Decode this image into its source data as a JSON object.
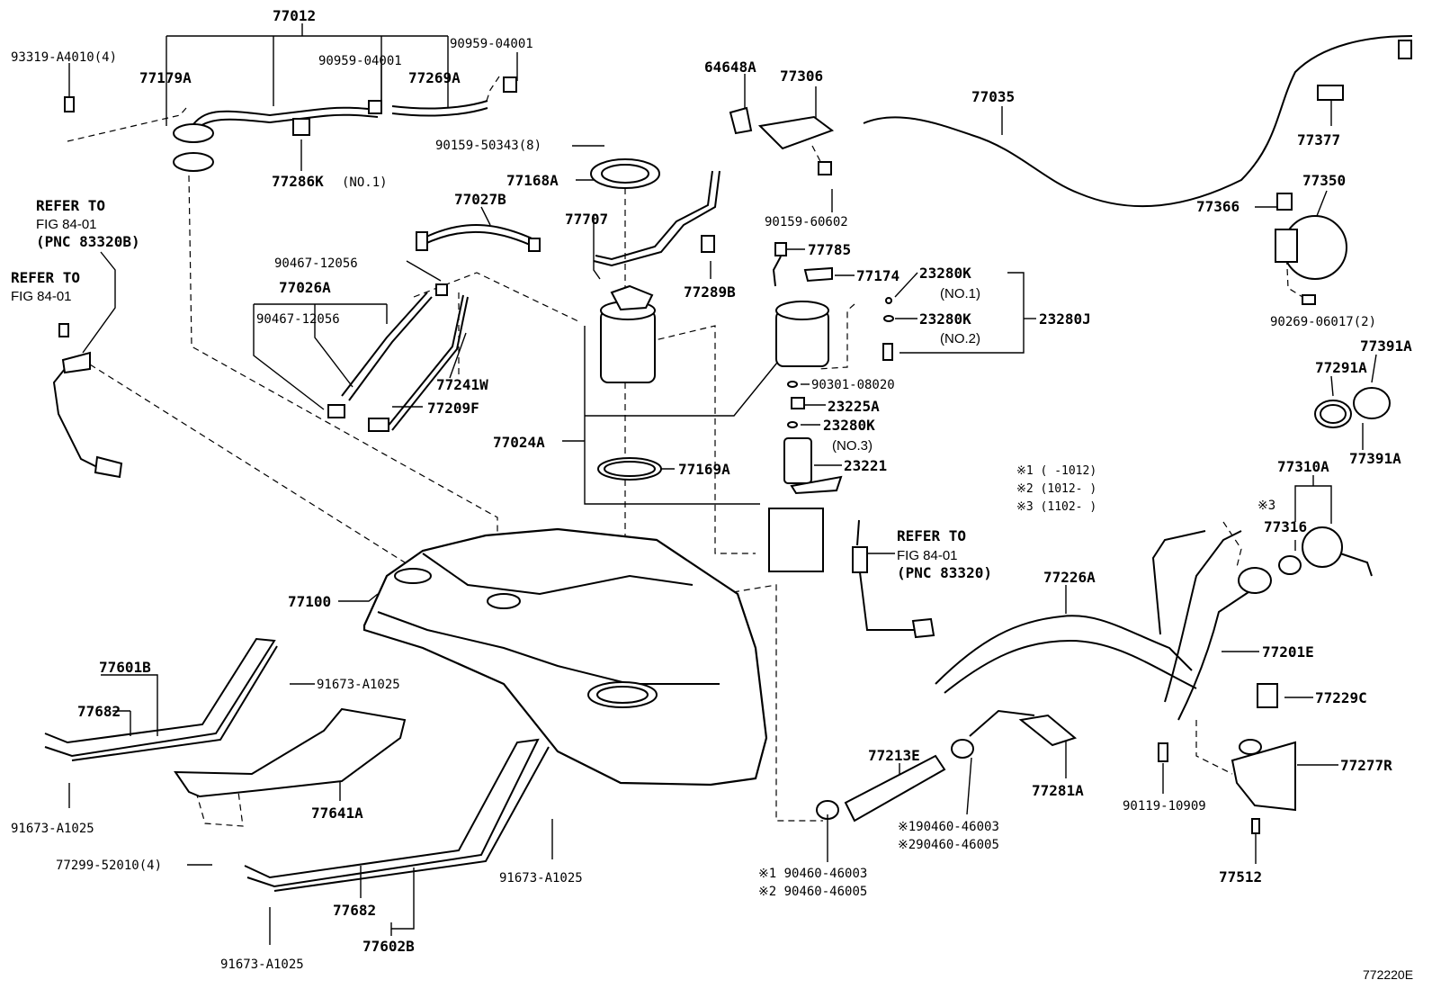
{
  "diagram_id": "772220E",
  "labels": {
    "p77012": "77012",
    "p93319": "93319-A4010(4)",
    "p90959a": "90959-04001",
    "p90959b": "90959-04001",
    "p77179A": "77179A",
    "p77269A": "77269A",
    "p90159_50343": "90159-50343(8)",
    "p77286K": "77286K",
    "p77286K_no": "(NO.1)",
    "p64648A": "64648A",
    "p77306": "77306",
    "p77035": "77035",
    "p77377": "77377",
    "p90159_60602": "90159-60602",
    "p77350": "77350",
    "p77366": "77366",
    "p90269": "90269-06017(2)",
    "p77168A": "77168A",
    "p77027B": "77027B",
    "p77707": "77707",
    "p77785": "77785",
    "p77174": "77174",
    "p23280K_1": "23280K",
    "p23280K_1no": "(NO.1)",
    "p23280K_2": "23280K",
    "p23280K_2no": "(NO.2)",
    "p23280J": "23280J",
    "p77289B": "77289B",
    "p90467a": "90467-12056",
    "p77026A": "77026A",
    "p90467b": "90467-12056",
    "p77241W": "77241W",
    "p77209F": "77209F",
    "p90301": "90301-08020",
    "p23225A": "23225A",
    "p23280K_3": "23280K",
    "p23280K_3no": "(NO.3)",
    "p23221": "23221",
    "p77024A": "77024A",
    "p77169A": "77169A",
    "p77291A": "77291A",
    "p77391A_a": "77391A",
    "p77391A_b": "77391A",
    "p77310A": "77310A",
    "p77316": "77316",
    "p77316_mark": "※3",
    "p77100": "77100",
    "p77226A": "77226A",
    "p77201E": "77201E",
    "p77229C": "77229C",
    "p77601B": "77601B",
    "p77682a": "77682",
    "p91673a": "91673-A1025",
    "p91673b": "91673-A1025",
    "p77641A": "77641A",
    "p77299": "77299-52010(4)",
    "p91673c": "91673-A1025",
    "p77682b": "77682",
    "p77602B": "77602B",
    "p91673d": "91673-A1025",
    "p77213E": "77213E",
    "p77281A": "77281A",
    "p90119": "90119-10909",
    "p77277R": "77277R",
    "p77512": "77512",
    "hose_clamp_a1": "※1 90460-46003",
    "hose_clamp_a2": "※2 90460-46005",
    "hose_clamp_b1": "※190460-46003",
    "hose_clamp_b2": "※290460-46005"
  },
  "refs": {
    "ref1_line1": "REFER TO",
    "ref1_line2": "FIG 84-01",
    "ref1_line3": "(PNC 83320B)",
    "ref2_line1": "REFER TO",
    "ref2_line2": "FIG 84-01",
    "ref3_line1": "REFER TO",
    "ref3_line2": "FIG 84-01",
    "ref3_line3": "(PNC 83320)"
  },
  "notes": {
    "n1": "※1 (     -1012)",
    "n2": "※2 (1012-     )",
    "n3": "※3 (1102-     )"
  }
}
